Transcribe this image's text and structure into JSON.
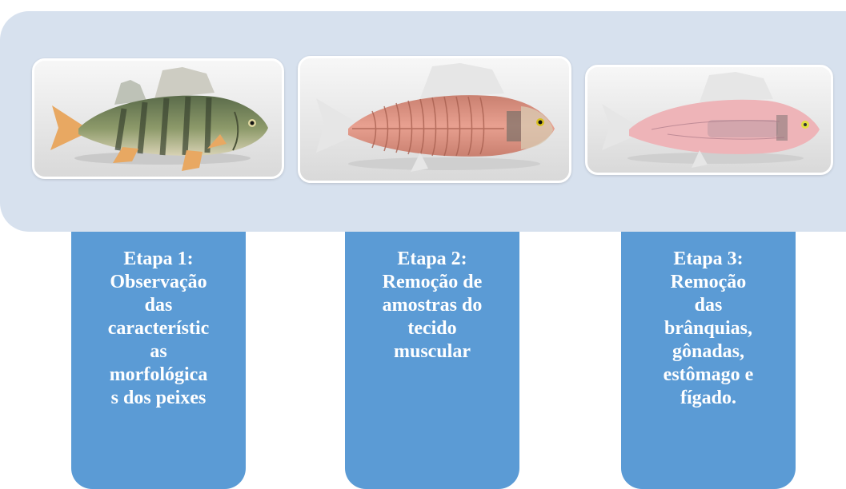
{
  "colors": {
    "banner": "#d7e1ee",
    "step_box": "#5b9bd5",
    "step_text": "#ffffff"
  },
  "images": [
    {
      "name": "whole perch fish",
      "icon": "fish-whole-icon"
    },
    {
      "name": "fish muscle layer",
      "icon": "fish-muscle-icon"
    },
    {
      "name": "fish internal organs",
      "icon": "fish-organs-icon"
    }
  ],
  "steps": [
    {
      "title": "Etapa 1:",
      "lines": [
        "Observação",
        "das",
        "característic",
        "as",
        "morfológica",
        "s dos peixes"
      ]
    },
    {
      "title": "Etapa 2:",
      "lines": [
        "Remoção de",
        "amostras do",
        "tecido",
        "muscular"
      ]
    },
    {
      "title": "Etapa 3:",
      "lines": [
        "Remoção",
        "das",
        "brânquias,",
        "gônadas,",
        "estômago e",
        "fígado."
      ]
    }
  ]
}
